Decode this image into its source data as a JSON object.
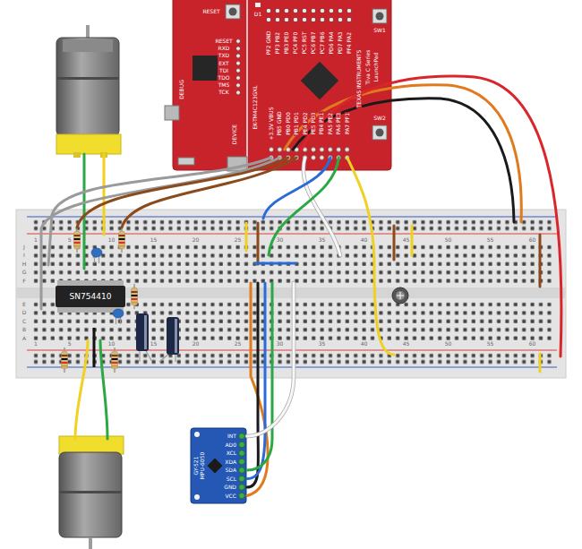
{
  "diagram": {
    "nodes": [
      {
        "text": [
          "RESET",
          "RESET",
          "RXD",
          "TXD",
          "EXT",
          "TDI",
          "TDO",
          "TMS",
          "TCK",
          "DEBUG",
          "DEVICE",
          "D1",
          "EK-TM4C123GXL",
          "PF2 GND",
          "PF3 PB2",
          "PB3 PE0",
          "PC4 PF0",
          "PC5 RST",
          "PC6 PB7",
          "PC7 PB6",
          "PD6 PA4",
          "PD7 PA3",
          "PF4 PA2",
          "+3.3V VBUS",
          "PB5 GND",
          "PB0 PD0",
          "PB1 PD1",
          "PE4 PD2",
          "PE5 PD3",
          "PB4 PE1",
          "PA5 PE2",
          "PA6 PE3",
          "PA7 PF1",
          "Tiva C Series",
          "LaunchPad",
          "TEXAS INSTRUMENTS",
          "SW1",
          "SW2"
        ]
      },
      {
        "text": [
          "SN754410"
        ]
      },
      {
        "text": [
          "INT",
          "AD0",
          "XCL",
          "XDA",
          "SDA",
          "SCL",
          "GND",
          "VCC",
          "GY-521",
          "MPU-6050"
        ]
      }
    ],
    "labels": [
      "1",
      "5",
      "10",
      "15",
      "20",
      "25",
      "30",
      "35",
      "40",
      "45",
      "50",
      "55",
      "60",
      "1",
      "5",
      "10",
      "15",
      "20",
      "25",
      "30",
      "35",
      "40",
      "45",
      "50",
      "55",
      "60",
      "J",
      "I",
      "H",
      "G",
      "F",
      "E",
      "D",
      "C",
      "B",
      "A"
    ]
  }
}
